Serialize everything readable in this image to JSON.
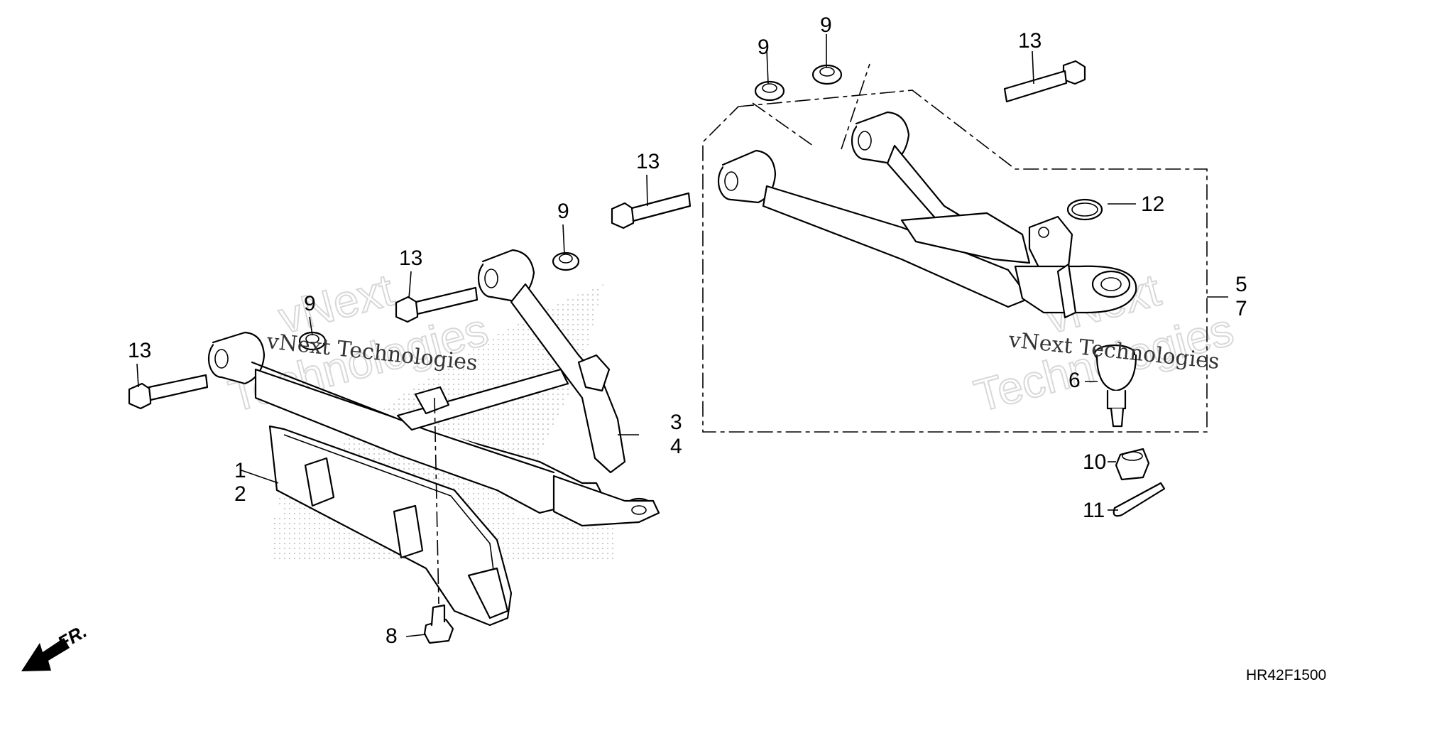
{
  "callouts": {
    "c1": "1",
    "c2": "2",
    "c3": "3",
    "c4": "4",
    "c5": "5",
    "c6": "6",
    "c7": "7",
    "c8": "8",
    "c9a": "9",
    "c9b": "9",
    "c9c": "9",
    "c9d": "9",
    "c10": "10",
    "c11": "11",
    "c12": "12",
    "c13a": "13",
    "c13b": "13",
    "c13c": "13",
    "c13d": "13"
  },
  "watermark": {
    "line1": "vNext Technologies",
    "line2": "vNext",
    "line3": "Technologies"
  },
  "direction": {
    "label": "FR."
  },
  "diagram_code": "HR42F1500",
  "colors": {
    "ink": "#000000",
    "watermark": "#d8d8d8",
    "background": "#ffffff"
  },
  "icons": {
    "direction_arrow": "arrow-down-left-icon"
  }
}
